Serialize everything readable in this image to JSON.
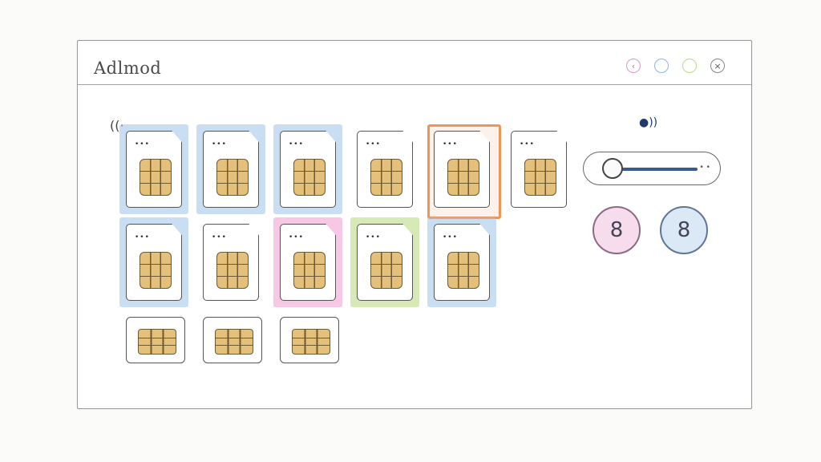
{
  "window": {
    "title": "Adlmod",
    "controls": [
      {
        "icon": "back-arrow-icon",
        "glyph": "‹",
        "color": "#d69bd1"
      },
      {
        "icon": "refresh-circle-icon",
        "glyph": "",
        "color": "#8fb6e0"
      },
      {
        "icon": "green-circle-icon",
        "glyph": "",
        "color": "#b9d98a"
      },
      {
        "icon": "close-icon",
        "glyph": "×",
        "color": "#888888"
      }
    ]
  },
  "sim_grid": {
    "rows": [
      [
        {
          "highlight": "blue"
        },
        {
          "highlight": "blue"
        },
        {
          "highlight": "blue"
        },
        {
          "highlight": "none"
        },
        {
          "highlight": "orange"
        },
        {
          "highlight": "none"
        }
      ],
      [
        {
          "highlight": "blue"
        },
        {
          "highlight": "none"
        },
        {
          "highlight": "pink"
        },
        {
          "highlight": "green"
        },
        {
          "highlight": "blue"
        }
      ],
      [
        {
          "highlight": "none",
          "orientation": "horizontal"
        },
        {
          "highlight": "none",
          "orientation": "horizontal"
        },
        {
          "highlight": "none",
          "orientation": "horizontal"
        }
      ]
    ],
    "dots_label": "•••"
  },
  "controls_panel": {
    "sound_icon": "sound-wave-icon",
    "sound_glyph": "●))",
    "slider_value": 0.1,
    "slider_end_glyph": "• •",
    "buttons": [
      {
        "name": "pink-toggle-button",
        "glyph": "8",
        "color": "#f3cde6"
      },
      {
        "name": "blue-toggle-button",
        "glyph": "8",
        "color": "#cfe0f2"
      }
    ]
  },
  "colors": {
    "blue": "#9cc3ea",
    "orange": "#ee8a47",
    "pink": "#ef9bd0",
    "green": "#b5d77b"
  }
}
